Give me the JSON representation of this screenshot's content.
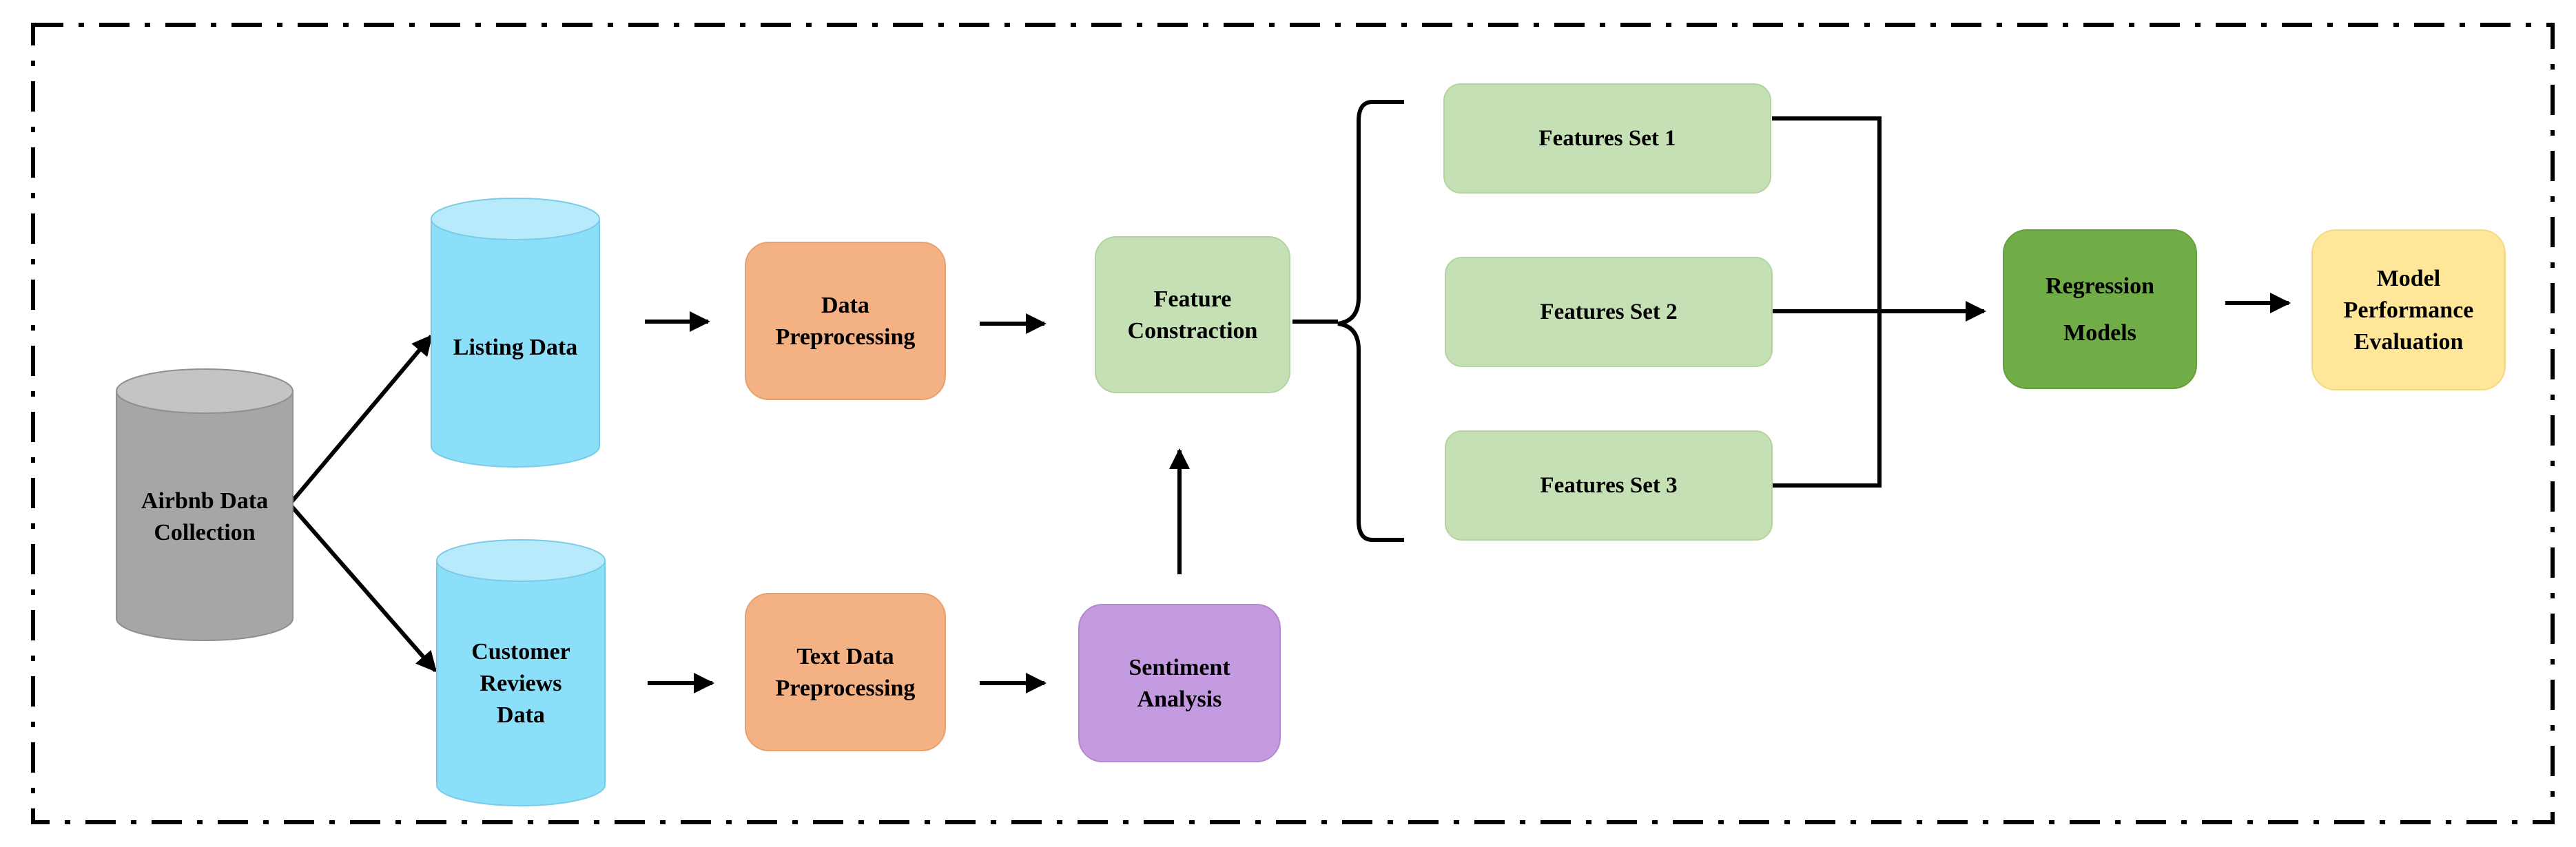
{
  "diagram": {
    "nodes": {
      "airbnb_collection": {
        "lines": [
          "Airbnb Data",
          "Collection"
        ],
        "fill": "#a6a6a6",
        "top": "#c4c4c4",
        "stroke": "#8f8f8f"
      },
      "listing_data": {
        "lines": [
          "Listing Data"
        ],
        "fill": "#8bdff9",
        "top": "#b7ebfb",
        "stroke": "#79cbe6"
      },
      "customer_reviews": {
        "lines": [
          "Customer",
          "Reviews",
          "Data"
        ],
        "fill": "#8bdff9",
        "top": "#b7ebfb",
        "stroke": "#79cbe6"
      },
      "data_preprocessing": {
        "lines": [
          "Data",
          "Preprocessing"
        ],
        "fill": "#f4b183",
        "stroke": "#e7a070"
      },
      "text_preprocessing": {
        "lines": [
          "Text Data",
          "Preprocessing"
        ],
        "fill": "#f4b183",
        "stroke": "#e7a070"
      },
      "feature_construction": {
        "lines": [
          "Feature",
          "Constraction"
        ],
        "fill": "#c5e0b4",
        "stroke": "#b3d3a0"
      },
      "sentiment_analysis": {
        "lines": [
          "Sentiment",
          "Analysis"
        ],
        "fill": "#c49be0",
        "stroke": "#b189cf"
      },
      "features_set_1": {
        "lines": [
          "Features Set 1"
        ],
        "fill": "#c5e0b4",
        "stroke": "#b3d3a0"
      },
      "features_set_2": {
        "lines": [
          "Features Set 2"
        ],
        "fill": "#c5e0b4",
        "stroke": "#b3d3a0"
      },
      "features_set_3": {
        "lines": [
          "Features Set 3"
        ],
        "fill": "#c5e0b4",
        "stroke": "#b3d3a0"
      },
      "regression_models": {
        "lines": [
          "Regression",
          "Models"
        ],
        "fill": "#70ad47",
        "stroke": "#63a03d"
      },
      "model_evaluation": {
        "lines": [
          "Model",
          "Performance",
          "Evaluation"
        ],
        "fill": "#ffe699",
        "stroke": "#f2d985"
      }
    },
    "colors": {
      "border": "#000000",
      "arrow": "#000000",
      "text": "#000000"
    }
  }
}
